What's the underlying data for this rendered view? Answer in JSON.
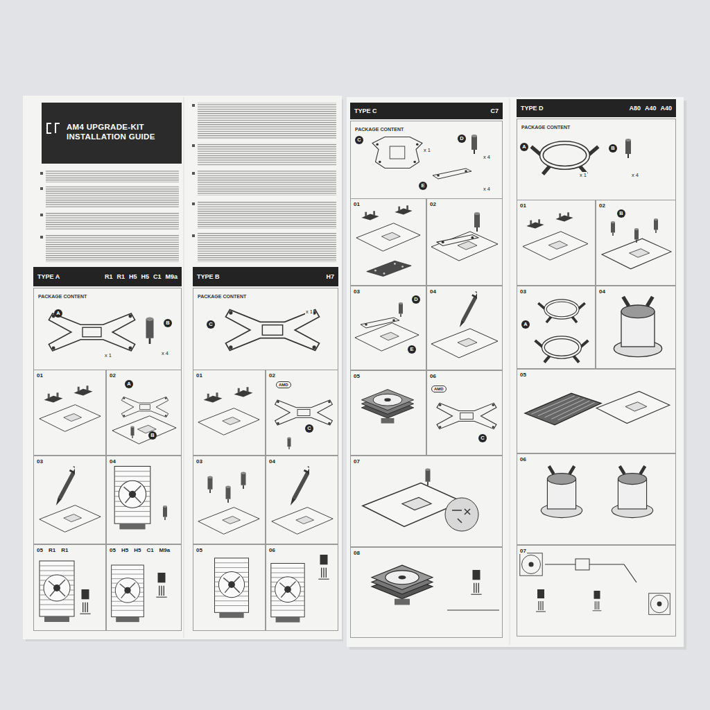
{
  "diagram": {
    "title": "AM4 UPGRADE-KIT INSTALLATION GUIDE",
    "nodes": [
      {
        "text": [
          "TYPE A",
          "R1",
          "R1",
          "H5",
          "H5",
          "C1",
          "M9a"
        ]
      },
      {
        "text": [
          "PACKAGE CONTENT"
        ]
      },
      {
        "text": [
          "01"
        ]
      },
      {
        "text": [
          "02"
        ]
      },
      {
        "text": [
          "03"
        ]
      },
      {
        "text": [
          "04"
        ]
      },
      {
        "text": [
          "05",
          "R1",
          "R1"
        ]
      },
      {
        "text": [
          "05",
          "H5",
          "H5",
          "C1",
          "M9a"
        ]
      },
      {
        "text": [
          "TYPE B",
          "H7"
        ]
      },
      {
        "text": [
          "PACKAGE CONTENT"
        ]
      },
      {
        "text": [
          "01"
        ]
      },
      {
        "text": [
          "02"
        ]
      },
      {
        "text": [
          "03"
        ]
      },
      {
        "text": [
          "04"
        ]
      },
      {
        "text": [
          "05"
        ]
      },
      {
        "text": [
          "06"
        ]
      },
      {
        "text": [
          "TYPE C",
          "C7"
        ]
      },
      {
        "text": [
          "PACKAGE CONTENT"
        ]
      },
      {
        "text": [
          "01"
        ]
      },
      {
        "text": [
          "02"
        ]
      },
      {
        "text": [
          "03"
        ]
      },
      {
        "text": [
          "04"
        ]
      },
      {
        "text": [
          "05"
        ]
      },
      {
        "text": [
          "06"
        ]
      },
      {
        "text": [
          "07"
        ]
      },
      {
        "text": [
          "08"
        ]
      },
      {
        "text": [
          "TYPE D",
          "A80",
          "A40",
          "A40"
        ]
      },
      {
        "text": [
          "PACKAGE CONTENT"
        ]
      },
      {
        "text": [
          "01"
        ]
      },
      {
        "text": [
          "02"
        ]
      },
      {
        "text": [
          "03"
        ]
      },
      {
        "text": [
          "04"
        ]
      },
      {
        "text": [
          "05"
        ]
      },
      {
        "text": [
          "06"
        ]
      },
      {
        "text": [
          "07"
        ]
      }
    ],
    "labels": [
      "A",
      "x 1",
      "B",
      "x 4",
      "A",
      "B",
      "C",
      "x 1",
      "AMD",
      "C",
      "C",
      "x 1",
      "D",
      "x 4",
      "E",
      "x 4",
      "D",
      "E",
      "AMD",
      "C",
      "A",
      "x 1",
      "B",
      "x 4",
      "B",
      "A"
    ]
  }
}
